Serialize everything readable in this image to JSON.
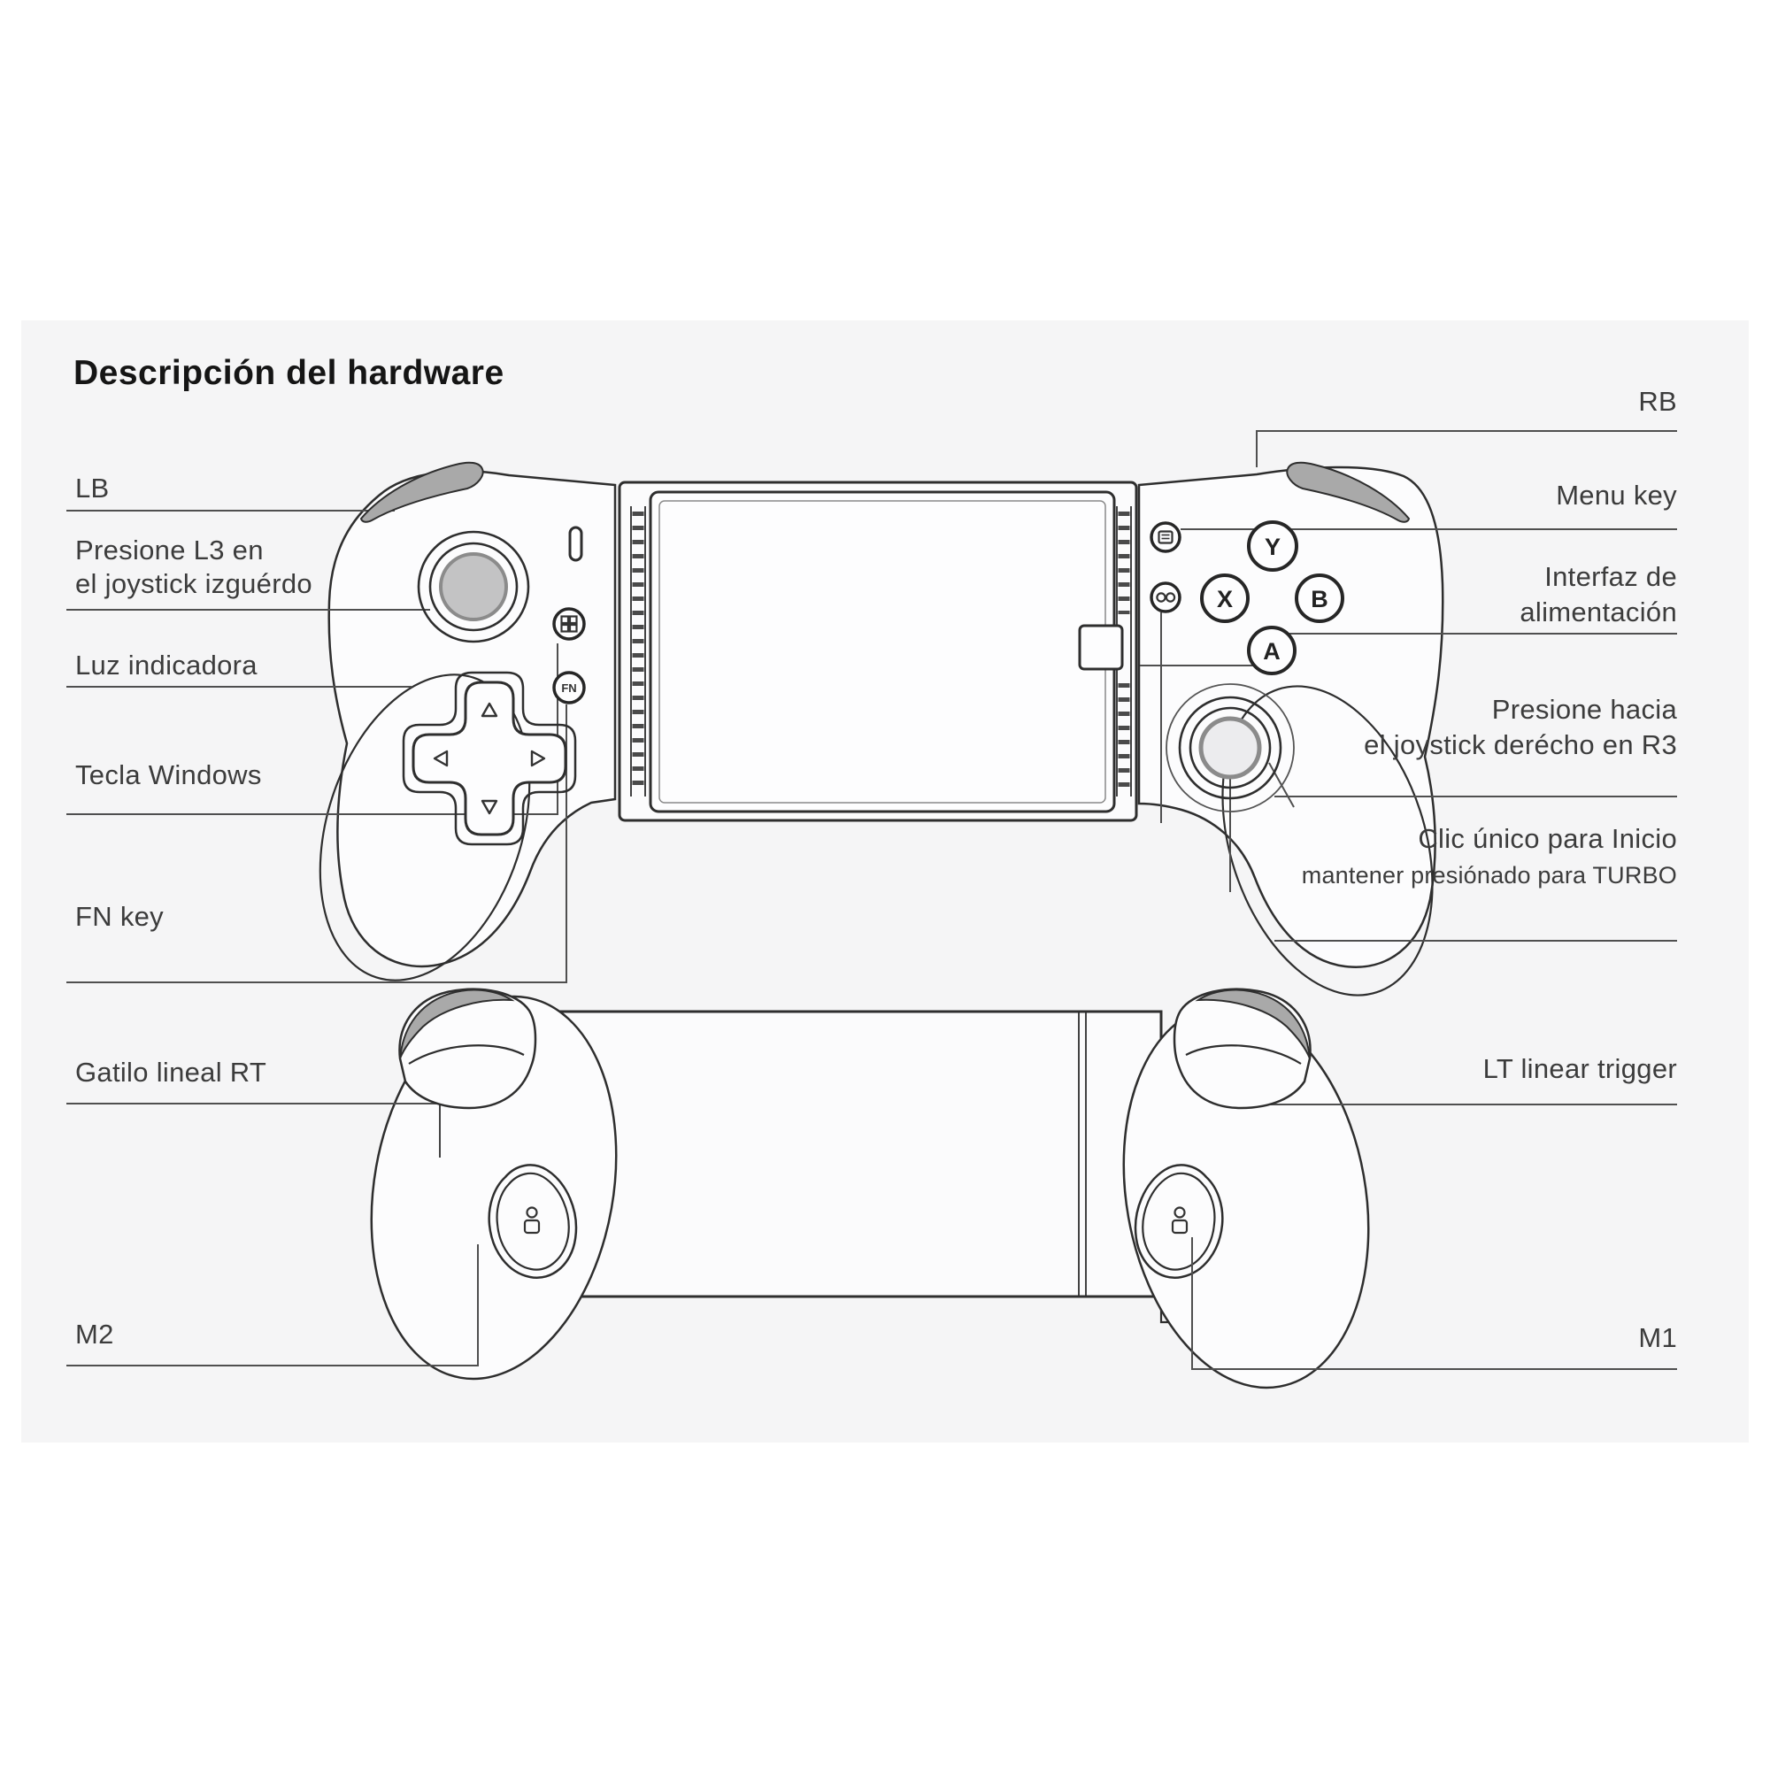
{
  "title": "Descripción del hardware",
  "colors": {
    "panel": "#f5f5f6",
    "line_art": "#2e2e2e",
    "leader_line": "#4f4f4f",
    "label_text": "#3c3c3c",
    "shaded_parts": "#a9a9a9"
  },
  "left_labels": [
    {
      "id": "lb",
      "lines": [
        "LB"
      ]
    },
    {
      "id": "press-l3",
      "lines": [
        "Presione L3 en",
        "el joystick izguérdo"
      ]
    },
    {
      "id": "indicator-light",
      "lines": [
        "Luz indicadora"
      ]
    },
    {
      "id": "windows-key",
      "lines": [
        "Tecla Windows"
      ]
    },
    {
      "id": "fn-key",
      "lines": [
        "FN key"
      ]
    },
    {
      "id": "rt-trigger",
      "lines": [
        "Gatilo lineal RT"
      ]
    },
    {
      "id": "m2",
      "lines": [
        "M2"
      ]
    }
  ],
  "right_labels": [
    {
      "id": "rb",
      "lines": [
        "RB"
      ]
    },
    {
      "id": "menu-key",
      "lines": [
        "Menu key"
      ]
    },
    {
      "id": "power-interface",
      "lines": [
        "Interfaz de",
        "alimentación"
      ]
    },
    {
      "id": "press-r3",
      "lines": [
        "Presione hacia",
        "el joystick derécho en R3"
      ]
    },
    {
      "id": "home-turbo",
      "lines": [
        "Clic único para Inicio",
        "mantener presiónado para TURBO"
      ]
    },
    {
      "id": "lt-trigger",
      "lines": [
        "LT linear trigger"
      ]
    },
    {
      "id": "m1",
      "lines": [
        "M1"
      ]
    }
  ],
  "face_buttons": {
    "y": "Y",
    "x": "X",
    "b": "B",
    "a": "A"
  },
  "fn_button_glyph": "FN"
}
